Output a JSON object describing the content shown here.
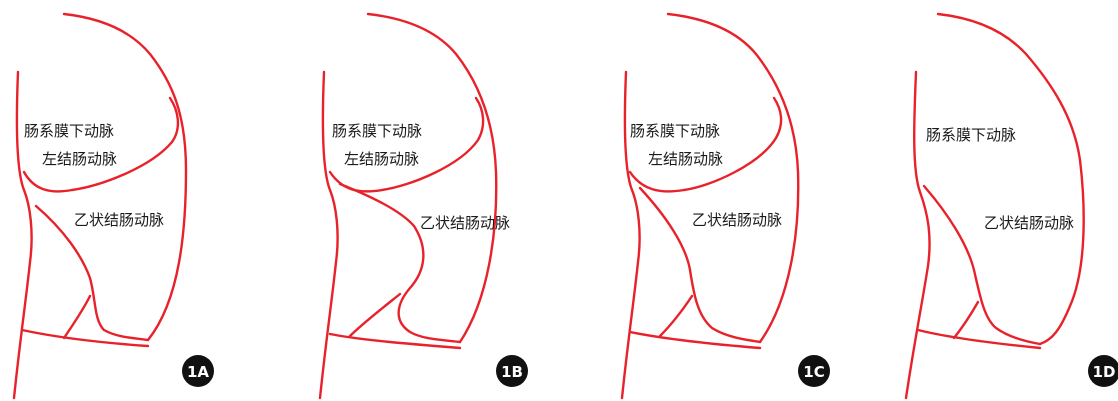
{
  "panels": [
    {
      "badge": "1A",
      "labels": {
        "ima": "肠系膜下动脉",
        "lca": "左结肠动脉",
        "sigmoid": "乙状结肠动脉"
      }
    },
    {
      "badge": "1B",
      "labels": {
        "ima": "肠系膜下动脉",
        "lca": "左结肠动脉",
        "sigmoid": "乙状结肠动脉"
      }
    },
    {
      "badge": "1C",
      "labels": {
        "ima": "肠系膜下动脉",
        "lca": "左结肠动脉",
        "sigmoid": "乙状结肠动脉"
      }
    },
    {
      "badge": "1D",
      "labels": {
        "ima": "肠系膜下动脉",
        "sigmoid": "乙状结肠动脉"
      }
    }
  ],
  "colors": {
    "vessel": "#e8222a",
    "badge": "#111111",
    "text": "#1a1a1a"
  }
}
